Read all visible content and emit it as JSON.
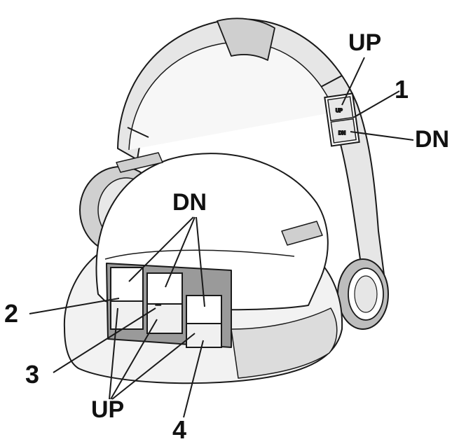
{
  "callouts": {
    "up_top": "UP",
    "dn_top": "DN",
    "num_1": "1",
    "dn_mid": "DN",
    "num_2": "2",
    "num_3": "3",
    "up_bottom": "UP",
    "num_4": "4"
  },
  "device_markings": {
    "headband_up": "UP",
    "headband_dn": "DN"
  },
  "colors": {
    "stroke": "#1a1a1a",
    "body_fill": "#ffffff",
    "shade_fill": "#d4d4d4",
    "dark_fill": "#8a8a8a"
  }
}
